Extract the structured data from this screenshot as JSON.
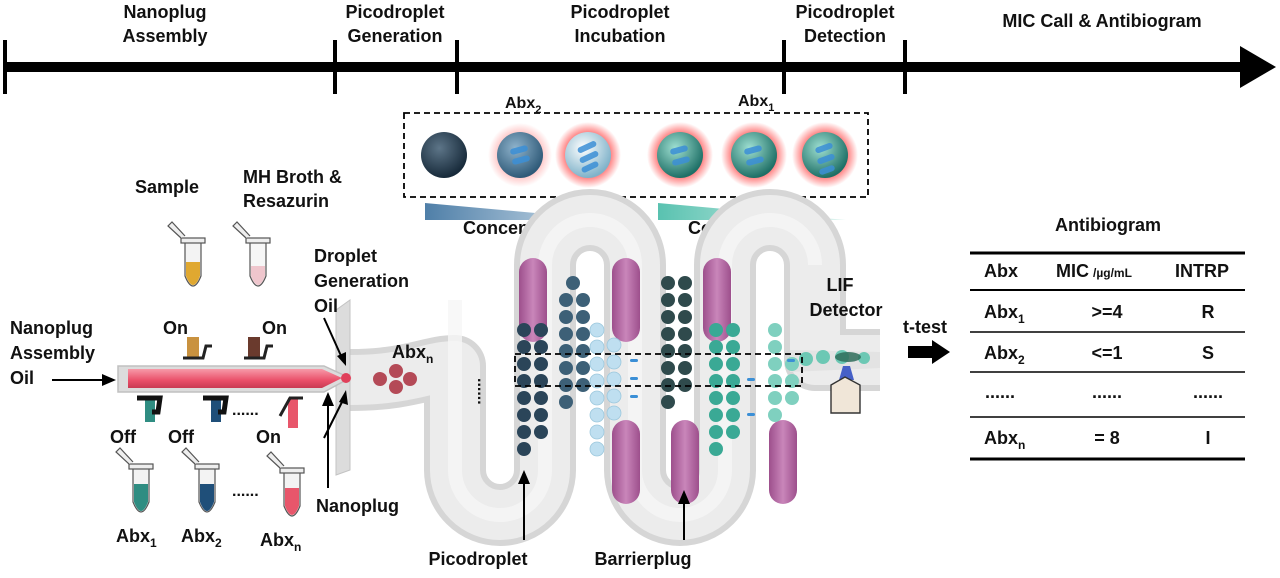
{
  "timeline": {
    "stage1_line1": "Nanoplug",
    "stage1_line2": "Assembly",
    "stage2_line1": "Picodroplet",
    "stage2_line2": "Generation",
    "stage3_line1": "Picodroplet",
    "stage3_line2": "Incubation",
    "stage4_line1": "Picodroplet",
    "stage4_line2": "Detection",
    "stage5": "MIC Call & Antibiogram"
  },
  "labels": {
    "sample": "Sample",
    "broth_line1": "MH Broth &",
    "broth_line2": "Resazurin",
    "droplet_oil_line1": "Droplet",
    "droplet_oil_line2": "Generation",
    "droplet_oil_line3": "Oil",
    "assembly_oil_line1": "Nanoplug",
    "assembly_oil_line2": "Assembly",
    "assembly_oil_line3": "Oil",
    "on": "On",
    "off": "Off",
    "dots": "......",
    "nanoplug": "Nanoplug",
    "abx_base": "Abx",
    "sub_1": "1",
    "sub_2": "2",
    "sub_n": "n",
    "concentration": "Concentration",
    "picodroplet": "Picodroplet",
    "barrierplug": "Barrierplug",
    "lif_line1": "LIF",
    "lif_line2": "Detector",
    "ttest": "t-test",
    "vertical_dots": "......"
  },
  "antibiogram": {
    "title": "Antibiogram",
    "col_abx": "Abx",
    "col_mic": "MIC",
    "col_mic_unit": "/µg/mL",
    "col_interp": "INTRP",
    "rows": [
      {
        "abx": "Abx",
        "sub": "1",
        "mic": ">=4",
        "interp": "R"
      },
      {
        "abx": "Abx",
        "sub": "2",
        "mic": "<=1",
        "interp": "S"
      },
      {
        "abx": "......",
        "sub": "",
        "mic": "......",
        "interp": "......"
      },
      {
        "abx": "Abx",
        "sub": "n",
        "mic": "= 8",
        "interp": "I"
      }
    ]
  },
  "colors": {
    "oil_channel": "#e8e8e8",
    "nanoplug_pink": "#f0627a",
    "barrier_purple": "#b36aa3",
    "droplet_dark": "#2f4c63",
    "droplet_teal": "#34a38f",
    "droplet_light": "#b9dceb",
    "droplet_glow": "#e33",
    "abx1_teal": "#2e8f84",
    "abx2_blue": "#1e5a86"
  }
}
